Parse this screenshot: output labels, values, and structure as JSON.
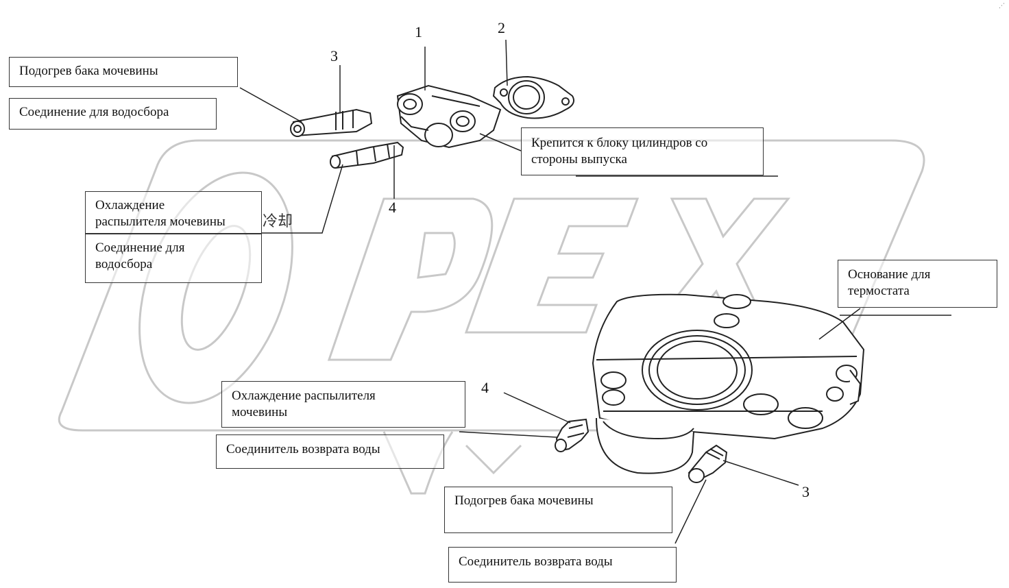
{
  "watermark": {
    "text": "OPEX",
    "color": "#c8c8c8"
  },
  "callout_numbers": [
    "1",
    "2",
    "3",
    "4",
    "4",
    "3"
  ],
  "labels": [
    {
      "id": "urea-tank-heating-top",
      "text": "Подогрев бака мочевины"
    },
    {
      "id": "water-collection-connection-top",
      "text": "Соединение для водосбора"
    },
    {
      "id": "mounted-to-block",
      "text": "Крепится к блоку цилиндров со\nстороны выпуска"
    },
    {
      "id": "urea-injector-cooling-left",
      "text": "Охлаждение\nраспылителя мочевины"
    },
    {
      "id": "water-collection-connection-left",
      "text": "Соединение для\nводосбора"
    },
    {
      "id": "thermostat-base",
      "text": "Основание для\nтермостата"
    },
    {
      "id": "urea-injector-cooling-bottom",
      "text": "Охлаждение распылителя\nмочевины"
    },
    {
      "id": "water-return-connector-bottom-left",
      "text": "Соединитель возврата воды"
    },
    {
      "id": "urea-tank-heating-bottom",
      "text": "Подогрев бака мочевины"
    },
    {
      "id": "water-return-connector-bottom",
      "text": "Соединитель возврата воды"
    }
  ],
  "residual_text": {
    "cjk_cooling": "冷却"
  },
  "colors": {
    "line": "#222222",
    "watermark_stroke": "#c8c8c8"
  }
}
